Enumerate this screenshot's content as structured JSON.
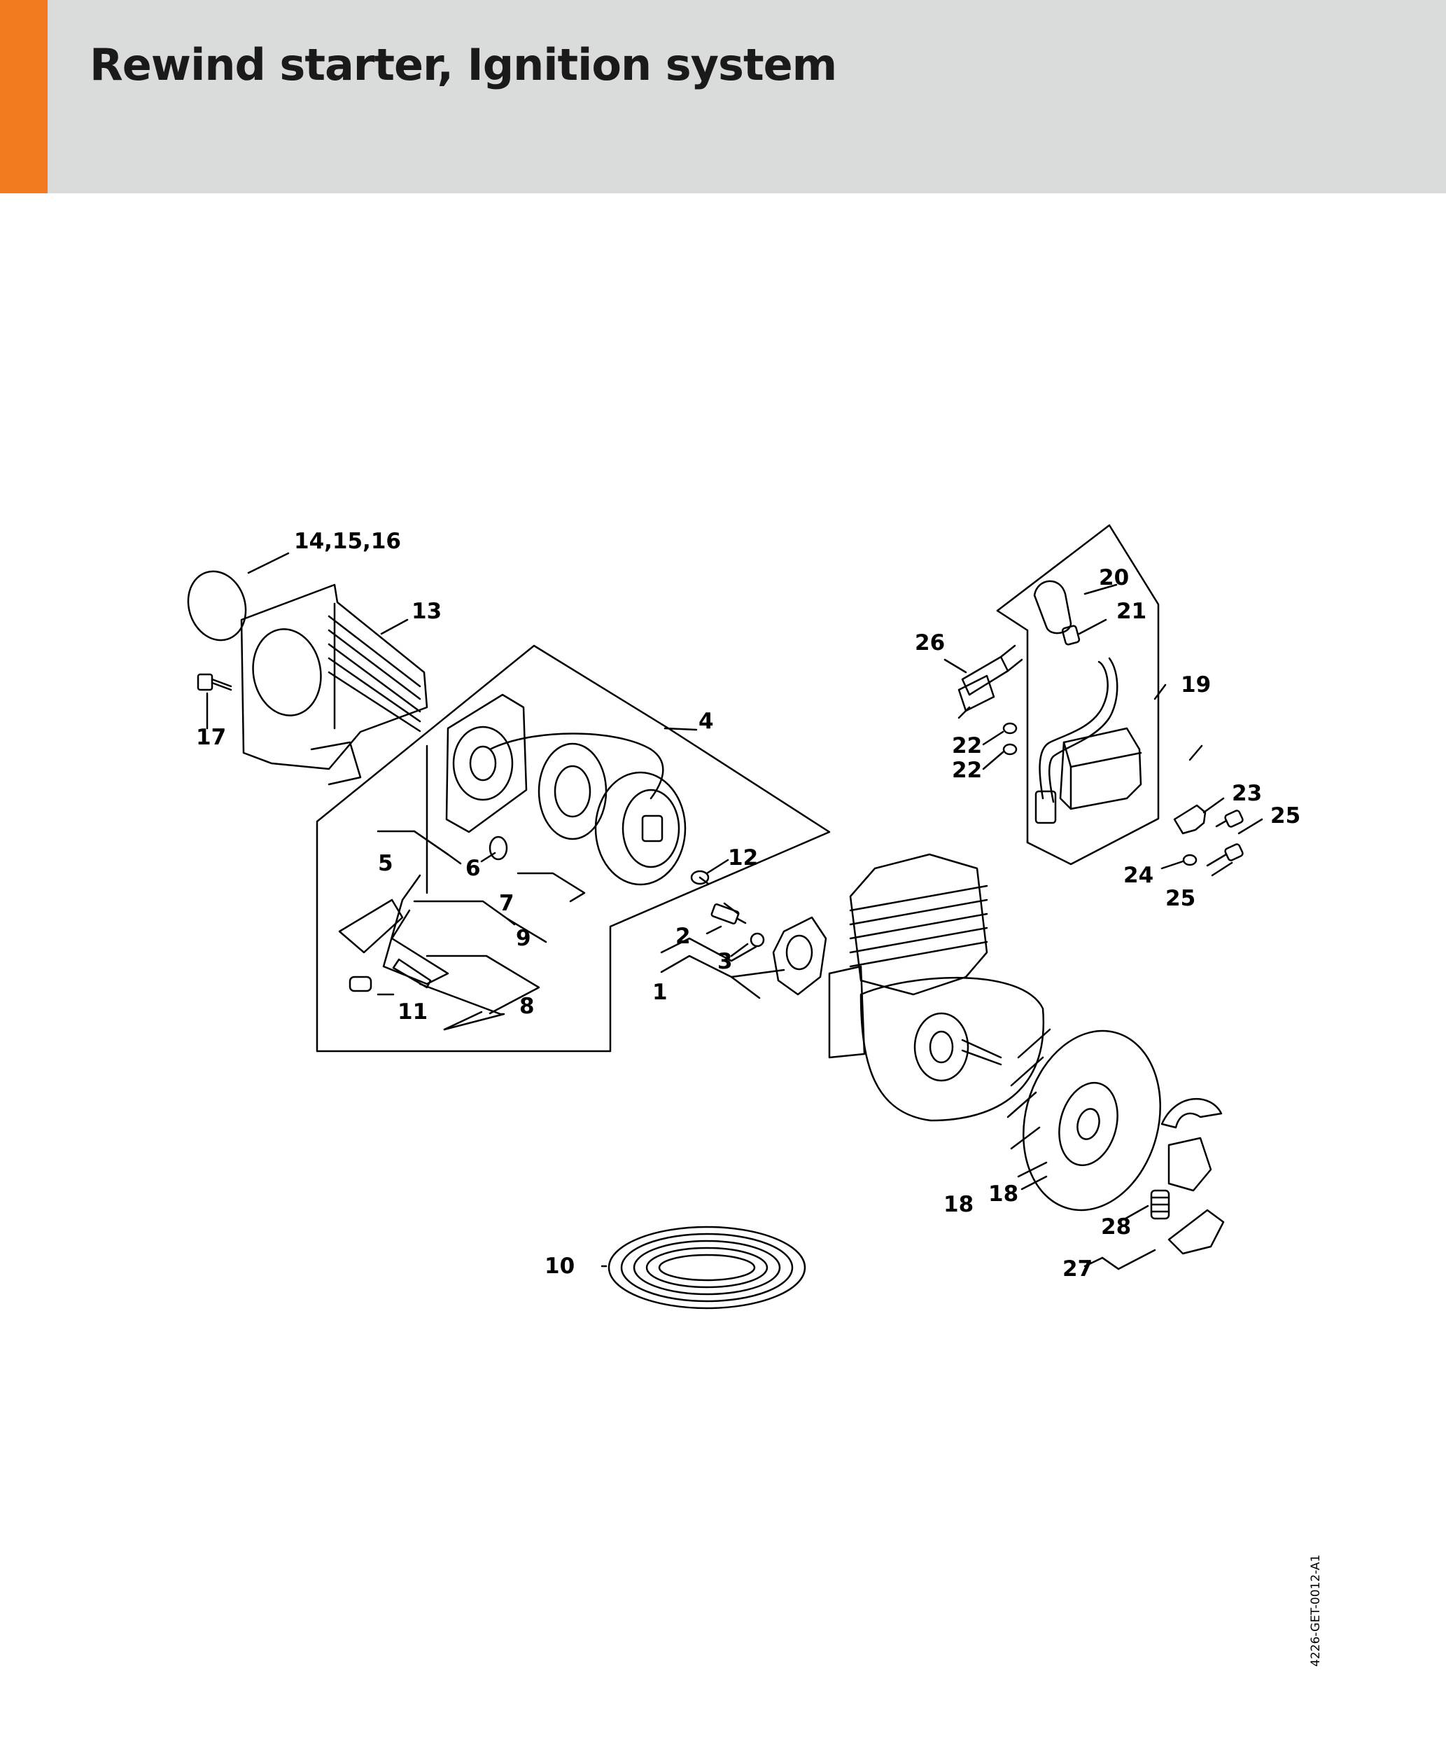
{
  "header": {
    "title": "Rewind starter, Ignition system"
  },
  "colors": {
    "accent": "#f37a1f",
    "header_bg": "#dadbdb",
    "line": "#000000"
  },
  "labels": {
    "l1": "1",
    "l2": "2",
    "l3": "3",
    "l4": "4",
    "l5": "5",
    "l6": "6",
    "l7": "7",
    "l8": "8",
    "l9": "9",
    "l10": "10",
    "l11": "11",
    "l12": "12",
    "l13": "13",
    "l14_16": "14,15,16",
    "l17": "17",
    "l18a": "18",
    "l18b": "18",
    "l19": "19",
    "l20": "20",
    "l21": "21",
    "l22a": "22",
    "l22b": "22",
    "l23": "23",
    "l24": "24",
    "l25a": "25",
    "l25b": "25",
    "l26": "26",
    "l27": "27",
    "l28": "28"
  },
  "doc_id": "4226-GET-0012-A1"
}
